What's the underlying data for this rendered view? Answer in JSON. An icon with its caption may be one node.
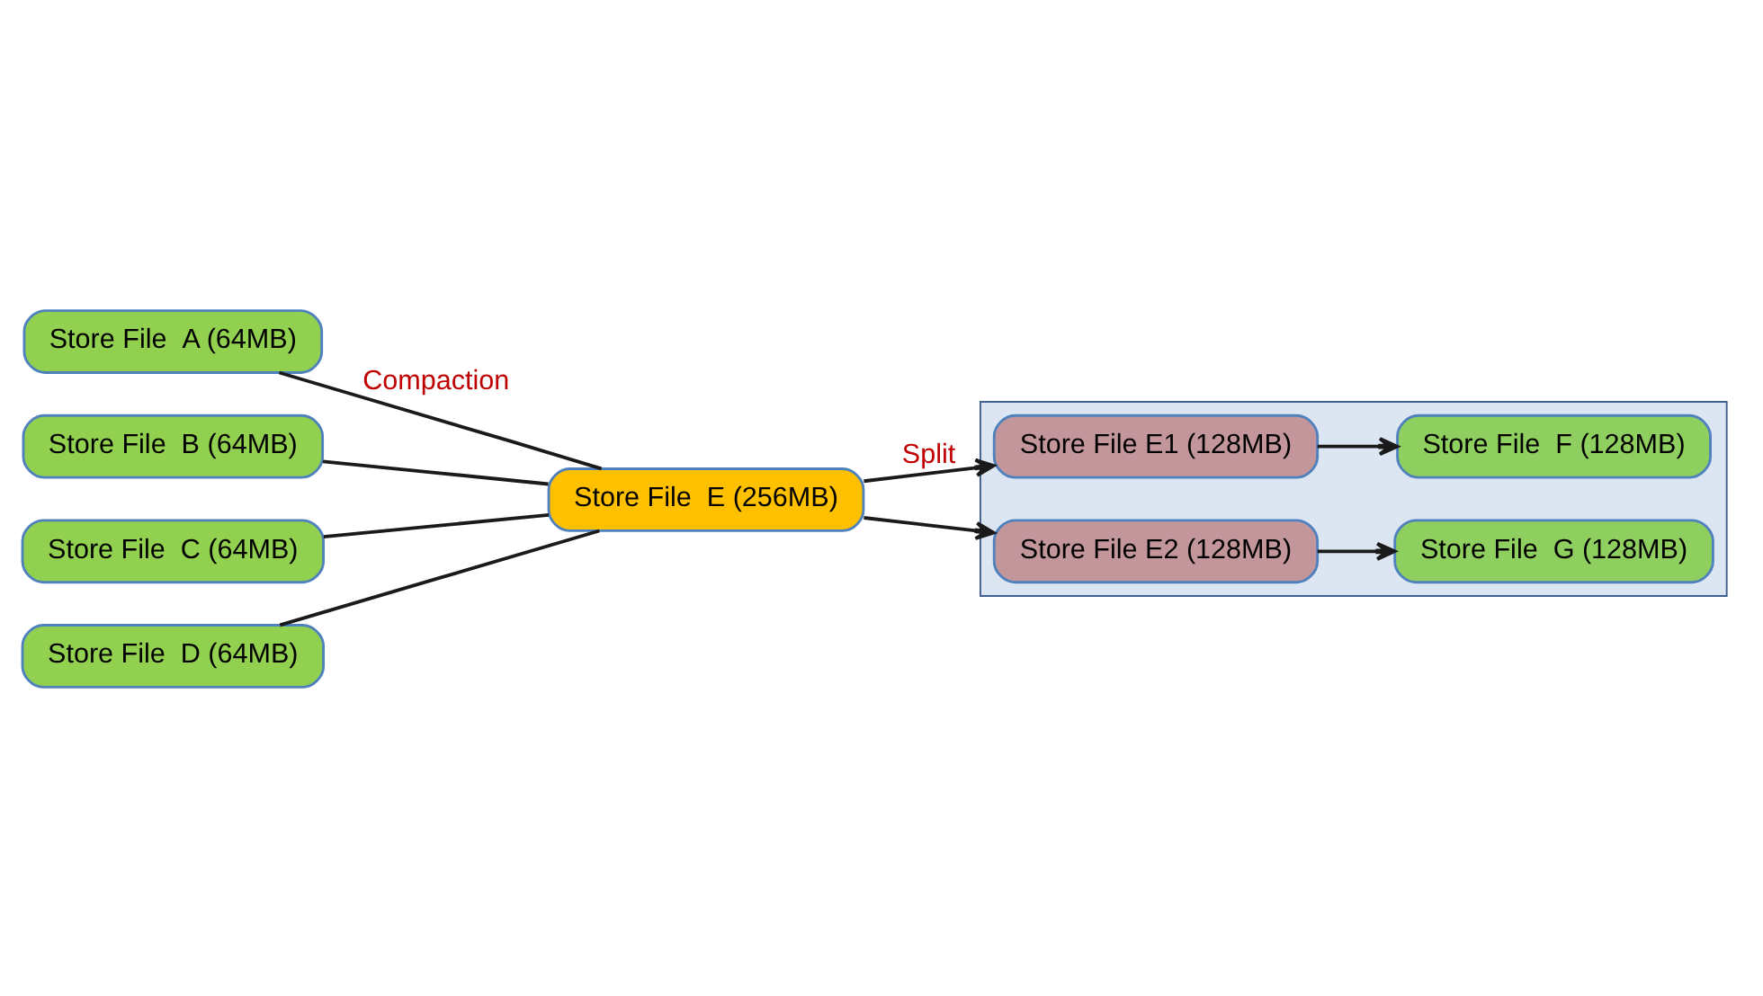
{
  "diagram": {
    "nodes": [
      {
        "text": [
          "Store File  A (64MB)"
        ]
      },
      {
        "text": [
          "Store File  B (64MB)"
        ]
      },
      {
        "text": [
          "Store File  C (64MB)"
        ]
      },
      {
        "text": [
          "Store File  D (64MB)"
        ]
      },
      {
        "text": [
          "Store File  E (256MB)"
        ]
      },
      {
        "text": [],
        "shape": "box"
      },
      {
        "text": [
          "Store File E1 (128MB)"
        ],
        "in": 5
      },
      {
        "text": [
          "Store File E2 (128MB)"
        ],
        "in": 5
      },
      {
        "text": [
          "Store File  F (128MB)"
        ],
        "in": 5
      },
      {
        "text": [
          "Store File  G (128MB)"
        ],
        "in": 5
      }
    ],
    "edges": [
      {
        "from": 0,
        "to": 4,
        "arrow": "none",
        "label": "Compaction"
      },
      {
        "from": 1,
        "to": 4,
        "arrow": "none"
      },
      {
        "from": 2,
        "to": 4,
        "arrow": "none"
      },
      {
        "from": 3,
        "to": 4,
        "arrow": "none"
      },
      {
        "from": 4,
        "to": 6,
        "arrow": "to",
        "label": "Split"
      },
      {
        "from": 4,
        "to": 7,
        "arrow": "to"
      },
      {
        "from": 6,
        "to": 8,
        "arrow": "to"
      },
      {
        "from": 7,
        "to": 9,
        "arrow": "to"
      }
    ]
  }
}
